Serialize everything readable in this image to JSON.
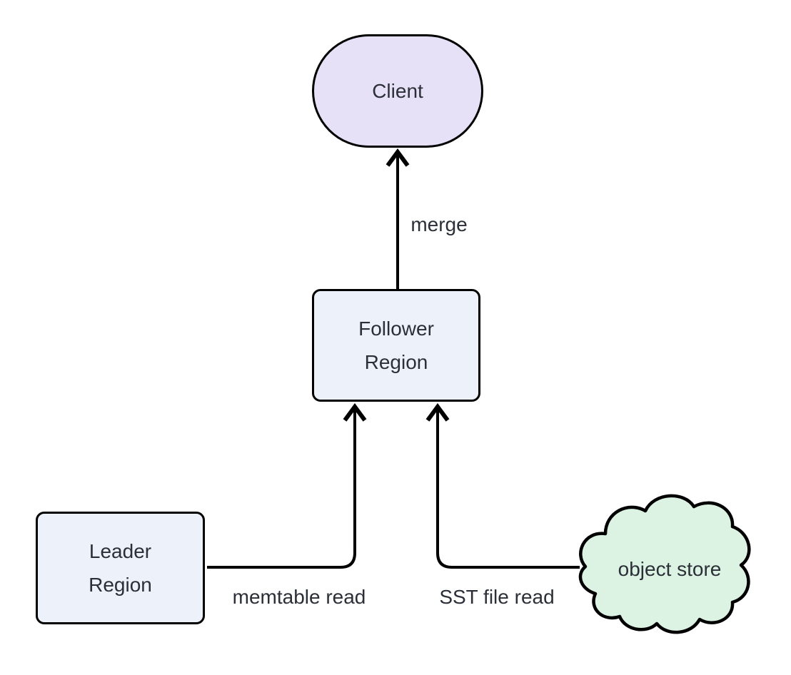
{
  "diagram": {
    "type": "flowchart",
    "background_color": "#ffffff",
    "stroke_color": "#000000",
    "text_color": "#2b2f38",
    "nodes": {
      "client": {
        "label": "Client",
        "shape": "stadium",
        "fill": "#e7e1f8"
      },
      "follower": {
        "label": "Follower Region",
        "shape": "rounded-rect",
        "fill": "#edf2fa"
      },
      "leader": {
        "label": "Leader Region",
        "shape": "rounded-rect",
        "fill": "#edf2fa"
      },
      "object_store": {
        "label": "object store",
        "shape": "cloud",
        "fill": "#dcf3e3"
      }
    },
    "edges": {
      "merge": {
        "from": "Follower Region",
        "to": "Client",
        "label": "merge"
      },
      "memtable": {
        "from": "Leader Region",
        "to": "Follower Region",
        "label": "memtable read"
      },
      "sst": {
        "from": "object store",
        "to": "Follower Region",
        "label": "SST file read"
      }
    }
  }
}
